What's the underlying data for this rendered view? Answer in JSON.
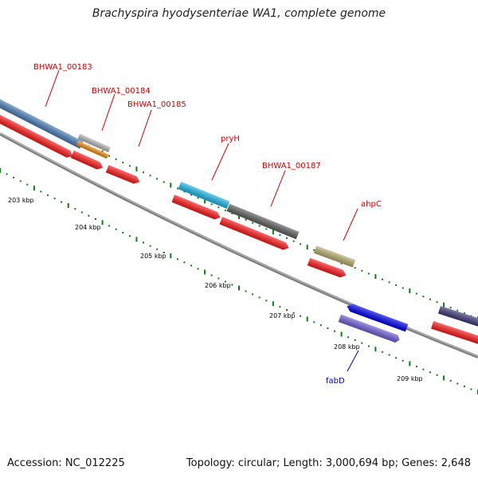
{
  "title": "Brachyspira hyodysenteriae WA1, complete genome",
  "footer": {
    "accession": "Accession: NC_012225",
    "summary": "Topology: circular; Length: 3,000,694 bp; Genes: 2,648"
  },
  "ticks": [
    "203 kbp",
    "204 kbp",
    "205 kbp",
    "206 kbp",
    "207 kbp",
    "208 kbp",
    "209 kbp"
  ],
  "genes": [
    {
      "name": "BHWA1_00183",
      "color": "#cc0000"
    },
    {
      "name": "BHWA1_00184",
      "color": "#cc0000"
    },
    {
      "name": "BHWA1_00185",
      "color": "#cc0000"
    },
    {
      "name": "pryH",
      "color": "#cc0000"
    },
    {
      "name": "BHWA1_00187",
      "color": "#cc0000"
    },
    {
      "name": "ahpC",
      "color": "#cc0000"
    },
    {
      "name": "fabD",
      "color": "#0000aa"
    }
  ],
  "colors": {
    "cds": "#ff1a1a",
    "backbone": "#808080",
    "tick_dots": "#117a11",
    "gene_183": "#4a7fb8",
    "gene_184": "#b8b8b8",
    "gene_184_rna": "#f08c10",
    "gene_pryH": "#20b8e8",
    "gene_187": "#606060",
    "gene_ahpC": "#b8b070",
    "gene_fabD": "#0000ee",
    "gene_fabD_rna": "#7060d8",
    "gene_next": "#403878"
  }
}
